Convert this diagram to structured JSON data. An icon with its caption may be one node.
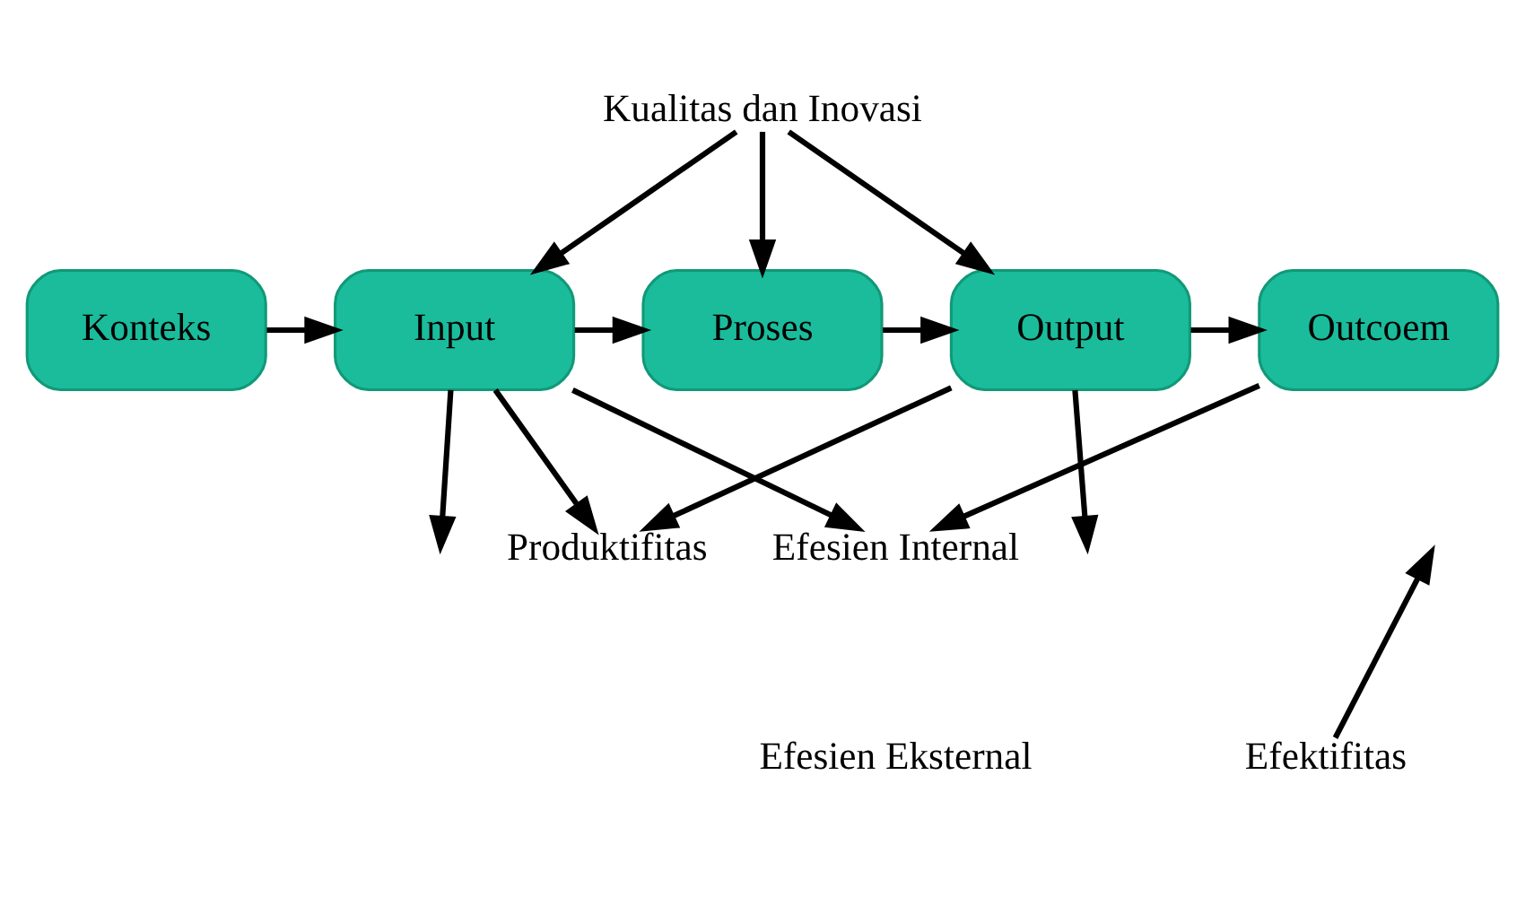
{
  "diagram": {
    "nodes": [
      {
        "text": [
          "Kualitas dan Inovasi"
        ]
      },
      {
        "text": [
          "Konteks"
        ]
      },
      {
        "text": [
          "Input"
        ]
      },
      {
        "text": [
          "Proses"
        ]
      },
      {
        "text": [
          "Output"
        ]
      },
      {
        "text": [
          "Outcoem"
        ]
      },
      {
        "text": [
          "Efektifitas"
        ]
      },
      {
        "text": [
          "Produktifitas"
        ]
      },
      {
        "text": [
          "Efesien Internal"
        ]
      }
    ],
    "edges": [
      {
        "from": 1,
        "to": 2,
        "arrow": "to"
      },
      {
        "from": 2,
        "to": 3,
        "arrow": "to"
      },
      {
        "from": 3,
        "to": 4,
        "arrow": "to"
      },
      {
        "from": 4,
        "to": 5,
        "arrow": "to"
      },
      {
        "from": 0,
        "to": 2,
        "arrow": "to"
      },
      {
        "from": 0,
        "to": 3,
        "arrow": "to"
      },
      {
        "from": 0,
        "to": 4,
        "arrow": "to"
      },
      {
        "from": 6,
        "to": null,
        "arrow": "to"
      },
      {
        "from": 2,
        "to": null,
        "arrow": "to"
      },
      {
        "from": 2,
        "to": 7,
        "arrow": "to"
      },
      {
        "from": 2,
        "to": 8,
        "arrow": "to"
      },
      {
        "from": 4,
        "to": null,
        "arrow": "to"
      },
      {
        "from": 4,
        "to": 7,
        "arrow": "to"
      },
      {
        "from": 5,
        "to": 8,
        "arrow": "to"
      }
    ],
    "labels": [
      "Efesien Eksternal"
    ]
  }
}
